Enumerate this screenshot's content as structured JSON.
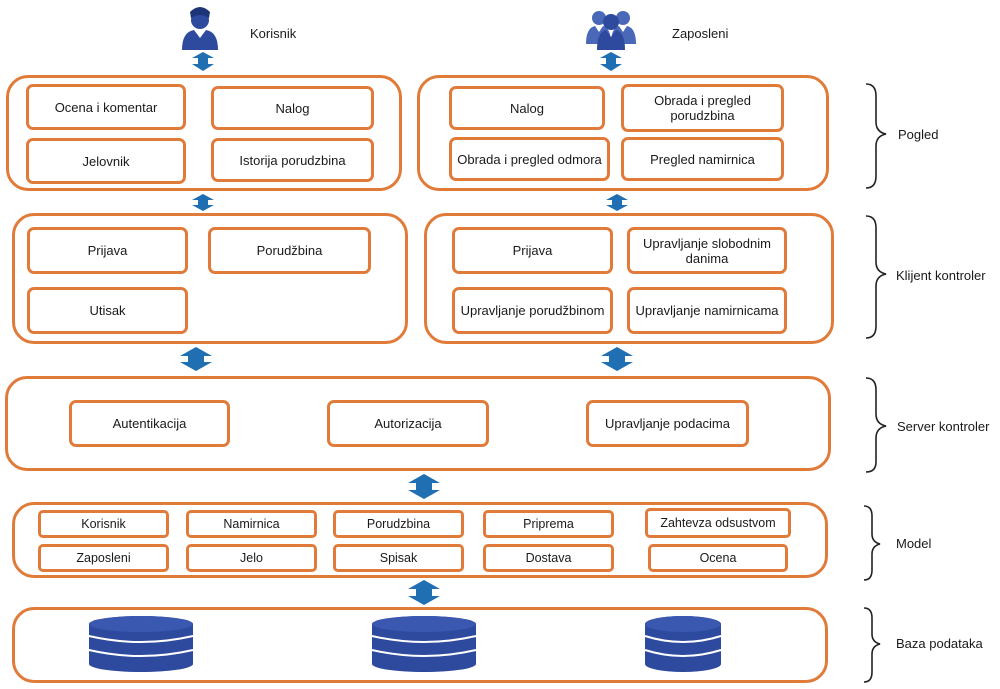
{
  "actors": {
    "korisnik": {
      "label": "Korisnik",
      "icon": "user-icon"
    },
    "zaposleni": {
      "label": "Zaposleni",
      "icon": "group-icon"
    }
  },
  "layers": {
    "pogled": {
      "label": "Pogled",
      "korisnik": [
        "Ocena i komentar",
        "Nalog",
        "Jelovnik",
        "Istorija porudzbina"
      ],
      "zaposleni": [
        "Nalog",
        "Obrada i pregled porudzbina",
        "Obrada i pregled odmora",
        "Pregled namirnica"
      ]
    },
    "klijent": {
      "label": "Klijent kontroler",
      "korisnik": [
        "Prijava",
        "Porudžbina",
        "Utisak"
      ],
      "zaposleni": [
        "Prijava",
        "Upravljanje slobodnim danima",
        "Upravljanje porudžbinom",
        "Upravljanje namirnicama"
      ]
    },
    "server": {
      "label": "Server kontroler",
      "items": [
        "Autentikacija",
        "Autorizacija",
        "Upravljanje podacima"
      ]
    },
    "model": {
      "label": "Model",
      "row1": [
        "Korisnik",
        "Namirnica",
        "Porudzbina",
        "Priprema",
        "Zahtevza odsustvom"
      ],
      "row2": [
        "Zaposleni",
        "Jelo",
        "Spisak",
        "Dostava",
        "Ocena"
      ]
    },
    "baza": {
      "label": "Baza podataka",
      "icon": "database-icon"
    }
  },
  "colors": {
    "border": "#e07b39",
    "arrow": "#1f6fb2",
    "icon": "#2e4a9e"
  }
}
